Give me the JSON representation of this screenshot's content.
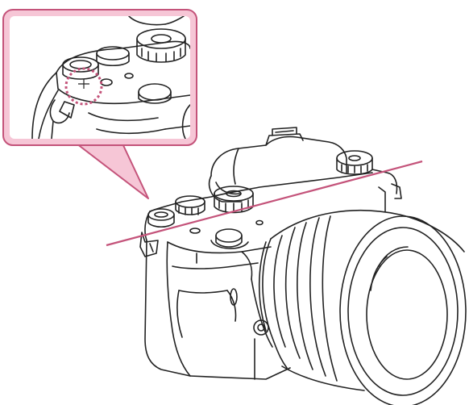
{
  "figure": {
    "description": "",
    "colors": {
      "line_art": "#222222",
      "callout_frame": "#c4537a",
      "callout_frame_fill": "#f3b7cb",
      "highlight_dashed_circle": "#c4537a",
      "focal_plane_line": "#c4537a",
      "background": "#ffffff"
    },
    "parts": [
      {
        "name": "callout-frame",
        "kind": "callout"
      },
      {
        "name": "focal-plane-mark-highlight",
        "kind": "dashed-circle"
      },
      {
        "name": "image-sensor-position-line",
        "kind": "line"
      },
      {
        "name": "camera-body",
        "kind": "line-drawing"
      },
      {
        "name": "lens",
        "kind": "line-drawing"
      }
    ]
  }
}
